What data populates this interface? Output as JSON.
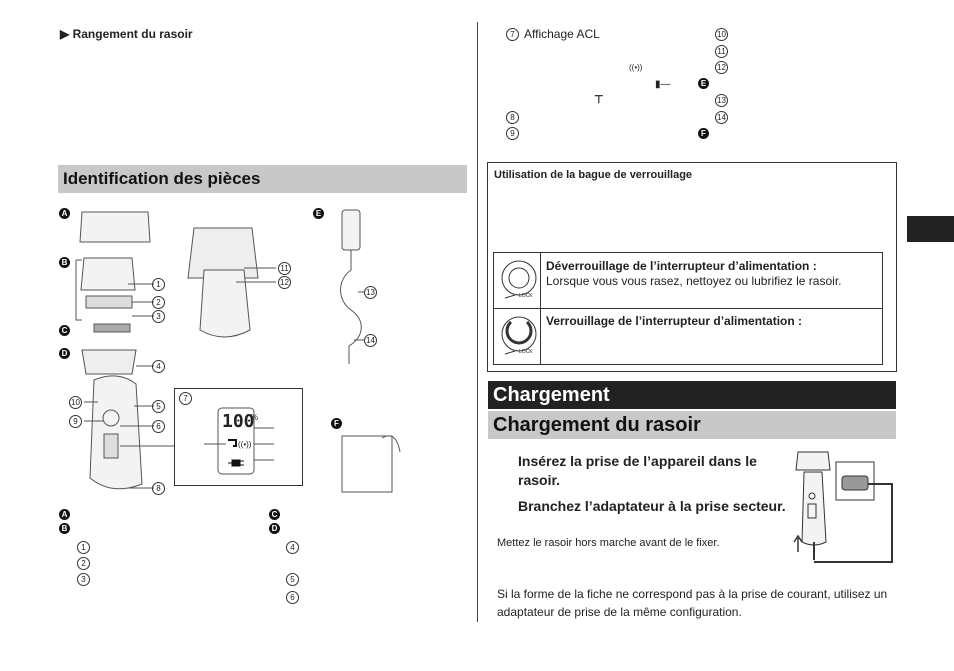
{
  "left": {
    "storage_heading": "Rangement du rasoir",
    "parts_heading": "Identification des pièces",
    "diagram_labels": {
      "A": "A",
      "B": "B",
      "C": "C",
      "D": "D",
      "E": "E",
      "F": "F",
      "n1": "1",
      "n2": "2",
      "n3": "3",
      "n4": "4",
      "n5": "5",
      "n6": "6",
      "n7": "7",
      "n8": "8",
      "n9": "9",
      "n10": "10",
      "n11": "11",
      "n12": "12",
      "n13": "13",
      "n14": "14"
    },
    "lcd_percent": "100",
    "legend_col1": {
      "A": "A",
      "B": "B",
      "n1": "1",
      "n2": "2",
      "n3": "3"
    },
    "legend_col2": {
      "C": "C",
      "D": "D",
      "n4": "4",
      "n5": "5",
      "n6": "6"
    }
  },
  "right": {
    "list": {
      "n7": "7",
      "n7_label": "Affichage ACL",
      "n8": "8",
      "n9": "9",
      "n10": "10",
      "n11": "11",
      "n12": "12",
      "n13": "13",
      "n14": "14",
      "E": "E",
      "F": "F"
    },
    "lock_box": {
      "title": "Utilisation de la bague de verrouillage",
      "unlock_title": "Déverrouillage de l’interrupteur d’alimentation :",
      "unlock_text": "Lorsque vous vous rasez, nettoyez ou lubrifiez le rasoir.",
      "lock_title": "Verrouillage de l’interrupteur d’alimentation :",
      "lock_label": "LOCK"
    },
    "charge_heading": "Chargement",
    "charge_sub_heading": "Chargement du rasoir",
    "step1": "Insérez la prise de l’appareil dans le rasoir.",
    "step2": "Branchez l’adaptateur à la prise secteur.",
    "note": "Mettez le rasoir hors marche avant de le fixer.",
    "footer": "Si la forme de la fiche ne correspond pas à la prise de courant, utilisez un adaptateur de prise de la même configuration."
  },
  "colors": {
    "section_gray": "#c8c8c8",
    "section_dark": "#222222",
    "tab": "#222222"
  }
}
